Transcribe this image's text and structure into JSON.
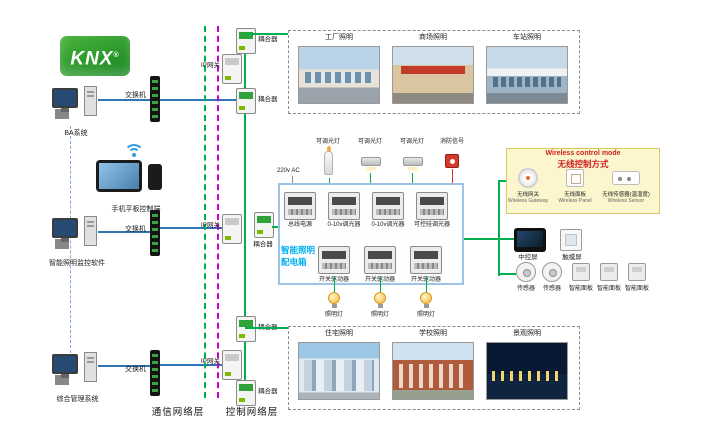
{
  "logo": {
    "text": "KNX",
    "reg": "®"
  },
  "left_devices": [
    {
      "label": "BA系统"
    },
    {
      "label": "手机平板控制端"
    },
    {
      "label": "智能照明监控软件"
    },
    {
      "label": "综合管理系统"
    }
  ],
  "network": {
    "switches": [
      "交换机",
      "交换机",
      "交换机"
    ],
    "gateways": [
      "IP网关",
      "IP网关",
      "IP网关"
    ],
    "couplers": [
      "耦合器",
      "耦合器",
      "耦合器",
      "耦合器",
      "耦合器"
    ],
    "comm_layer": "通信网络层",
    "ctrl_layer": "控制网络层"
  },
  "cabinet": {
    "title1": "智能照明",
    "title2": "配电箱",
    "power": "220v AC",
    "row1": [
      "总线电源",
      "0-10v调光器",
      "0-10v调光器",
      "可控硅调光器"
    ],
    "row2": [
      "开关驱动器",
      "开关驱动器",
      "开关驱动器"
    ],
    "lamps": [
      "照明灯",
      "照明灯",
      "照明灯"
    ],
    "loads": [
      "可调光灯",
      "可调光灯",
      "可调光灯",
      "消防信号"
    ]
  },
  "top_gallery": [
    {
      "label": "工厂照明"
    },
    {
      "label": "商场照明"
    },
    {
      "label": "车站照明"
    }
  ],
  "bottom_gallery": [
    {
      "label": "住宅照明"
    },
    {
      "label": "学校照明"
    },
    {
      "label": "景观照明"
    }
  ],
  "wireless": {
    "title_en": "Wireless control mode",
    "title_cn": "无线控制方式",
    "items": [
      {
        "cn": "无线网关",
        "en": "Wireless Gateway"
      },
      {
        "cn": "无线面板",
        "en": "Wireless Panel"
      },
      {
        "cn": "无线传感器(温湿度)",
        "en": "Wireless Sensor"
      }
    ]
  },
  "right_devices": {
    "rowA": [
      {
        "label": "中控屏"
      },
      {
        "label": "触摸屏"
      }
    ],
    "rowB": [
      {
        "label": "传感器"
      },
      {
        "label": "传感器"
      },
      {
        "label": "智能面板"
      },
      {
        "label": "智能面板"
      },
      {
        "label": "智能面板"
      }
    ]
  },
  "colors": {
    "bus_green": "#00b050",
    "comm_blue": "#2e75b6",
    "boundary_magenta": "#cc00cc"
  }
}
